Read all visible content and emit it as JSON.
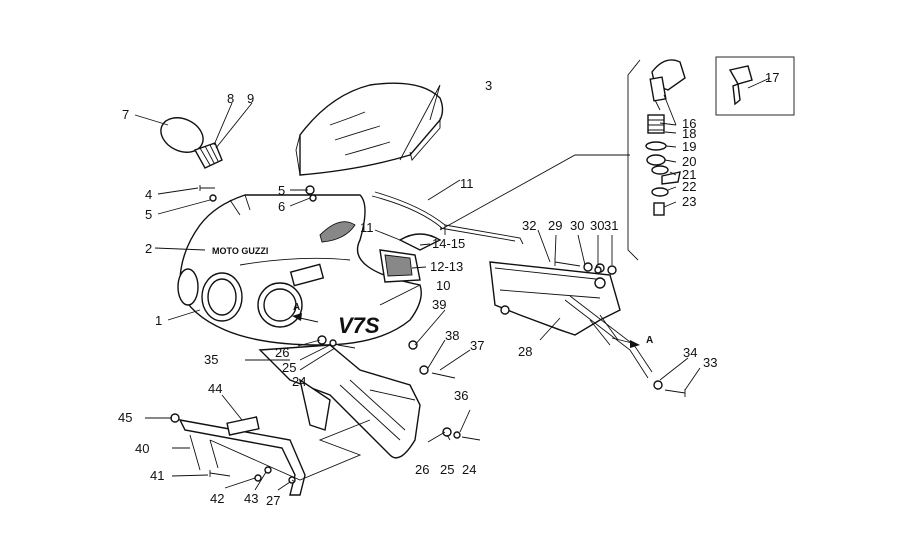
{
  "labels": {
    "l1": "1",
    "l2": "2",
    "l3": "3",
    "l4": "4",
    "l5a": "5",
    "l5b": "5",
    "l6": "6",
    "l7": "7",
    "l8": "8",
    "l9": "9",
    "l10": "10",
    "l11a": "11",
    "l11b": "11",
    "l1213": "12-13",
    "l1415": "14-15",
    "l16": "16",
    "l17": "17",
    "l18": "18",
    "l19": "19",
    "l20": "20",
    "l21": "21",
    "l22": "22",
    "l23": "23",
    "l24a": "24",
    "l24b": "24",
    "l25a": "25",
    "l25b": "25",
    "l26a": "26",
    "l26b": "26",
    "l27": "27",
    "l28": "28",
    "l29": "29",
    "l30a": "30",
    "l30b": "30",
    "l31": "31",
    "l32": "32",
    "l33": "33",
    "l34": "34",
    "l35": "35",
    "l36": "36",
    "l37": "37",
    "l38": "38",
    "l39": "39",
    "l40": "40",
    "l41": "41",
    "l42": "42",
    "l43": "43",
    "l44": "44",
    "l45": "45",
    "arrowA1": "A",
    "arrowA2": "A"
  },
  "fairing_text": {
    "brand": "MOTO GUZZI",
    "model": "V7S"
  }
}
